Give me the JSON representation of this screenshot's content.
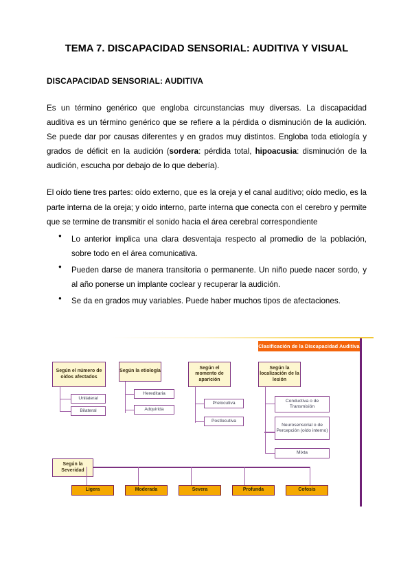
{
  "document": {
    "title": "TEMA 7. DISCAPACIDAD SENSORIAL: AUDITIVA Y VISUAL",
    "subtitle": "DISCAPACIDAD SENSORIAL: AUDITIVA",
    "paragraph_1_part_1": "Es un término genérico que engloba circunstancias muy diversas. La discapacidad auditiva es un término genérico que se refiere a la pérdida o disminución de la audición. Se puede dar por causas diferentes y en grados muy distintos. Engloba toda etiología y grados de déficit en la audición (",
    "paragraph_1_bold_1": "sordera",
    "paragraph_1_part_2": ": pérdida total, ",
    "paragraph_1_bold_2": "hipoacusia",
    "paragraph_1_part_3": ": disminución de la audición, escucha por debajo de lo que debería).",
    "paragraph_2": "El oído tiene tres partes: oído externo, que es la oreja y el canal auditivo; oído medio, es la parte interna de la oreja; y oído interno, parte interna que conecta con el cerebro y permite que se termine de transmitir el sonido hacia el área cerebral correspondiente",
    "bullets": [
      "Lo anterior implica una clara desventaja respecto al promedio de la población, sobre todo en el área comunicativa.",
      "Pueden darse de manera transitoria o permanente. Un niño puede nacer sordo, y al año ponerse un implante coclear y recuperar la audición.",
      "Se da en grados muy variables. Puede haber muchos tipos de afectaciones."
    ]
  },
  "diagram": {
    "banner_label": "Clasificación de la Discapacidad Auditiva",
    "colors": {
      "banner_bg": "#f4650c",
      "banner_text": "#ffffff",
      "category_bg": "#fdf6cf",
      "category_border": "#7b3080",
      "leaf_bg": "#ffffff",
      "leaf_border": "#8e4a93",
      "severity_bg": "#f5a800",
      "severity_border": "#7a1c3c",
      "connector": "#a05ea6",
      "rule": "#6f2076"
    },
    "categories": [
      {
        "label": "Según el número de oídos afectados",
        "children": [
          "Unilateral",
          "Bilateral"
        ]
      },
      {
        "label": "Según la etiología",
        "children": [
          "Hereditaria",
          "Adquirida"
        ]
      },
      {
        "label": "Según el momento de aparición",
        "children": [
          "Prelocutiva",
          "Postlocutiva"
        ]
      },
      {
        "label": "Según la localización de la lesión",
        "children": [
          "Conductiva o de Transmisión",
          "Neurosensorial o de Percepción (oído interno)",
          "Mixta"
        ]
      }
    ],
    "severity": {
      "label": "Según la Severidad",
      "levels": [
        "Ligera",
        "Moderada",
        "Severa",
        "Profunda",
        "Cofosis"
      ]
    }
  }
}
